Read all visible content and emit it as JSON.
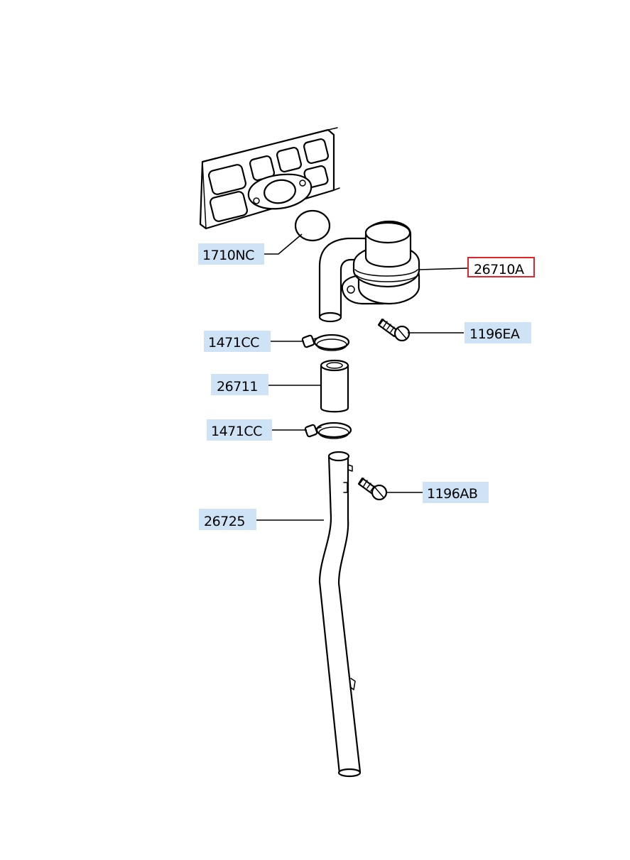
{
  "diagram": {
    "callouts": [
      {
        "id": "label-1710nc",
        "text": "1710NC",
        "selected": false
      },
      {
        "id": "label-26710a",
        "text": "26710A",
        "selected": true
      },
      {
        "id": "label-1471cc-upper",
        "text": "1471CC",
        "selected": false
      },
      {
        "id": "label-1196ea",
        "text": "1196EA",
        "selected": false
      },
      {
        "id": "label-26711",
        "text": "26711",
        "selected": false
      },
      {
        "id": "label-1471cc-lower",
        "text": "1471CC",
        "selected": false
      },
      {
        "id": "label-1196ab",
        "text": "1196AB",
        "selected": false
      },
      {
        "id": "label-26725",
        "text": "26725",
        "selected": false
      }
    ],
    "colors": {
      "label_highlight": "#cfe3f7",
      "selected_border": "#e0242b",
      "line_art": "#000000"
    }
  }
}
